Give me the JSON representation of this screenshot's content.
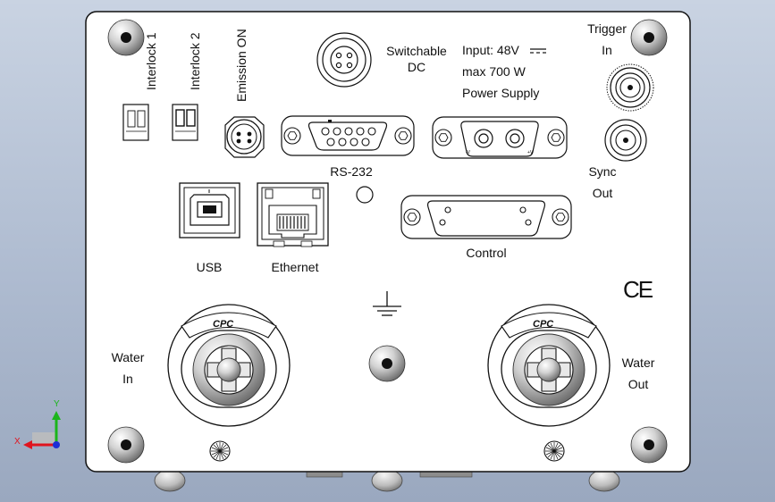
{
  "labels": {
    "interlock1": "Interlock 1",
    "interlock2": "Interlock 2",
    "emission_on": "Emission ON",
    "switchable_line1": "Switchable",
    "switchable_line2": "DC",
    "input_line1": "Input:  48V",
    "input_line2": "max 700 W",
    "input_line3": "Power Supply",
    "trigger_line1": "Trigger",
    "trigger_line2": "In",
    "sync_line1": "Sync",
    "sync_line2": "Out",
    "rs232": "RS-232",
    "usb": "USB",
    "ethernet": "Ethernet",
    "control": "Control",
    "ce_mark": "CE",
    "water_in_line1": "Water",
    "water_in_line2": "In",
    "water_out_line1": "Water",
    "water_out_line2": "Out",
    "cpc_left": "CPC",
    "cpc_right": "CPC",
    "power_minus": "-V",
    "power_plus": "+V"
  },
  "axes": {
    "x_label": "X",
    "y_label": "Y"
  },
  "colors": {
    "background": "#b4c0d3",
    "panel": "#ffffff",
    "stroke": "#111111",
    "axis_x": "#e0141e",
    "axis_y": "#1bb51b",
    "axis_z": "#1d2fd6"
  }
}
